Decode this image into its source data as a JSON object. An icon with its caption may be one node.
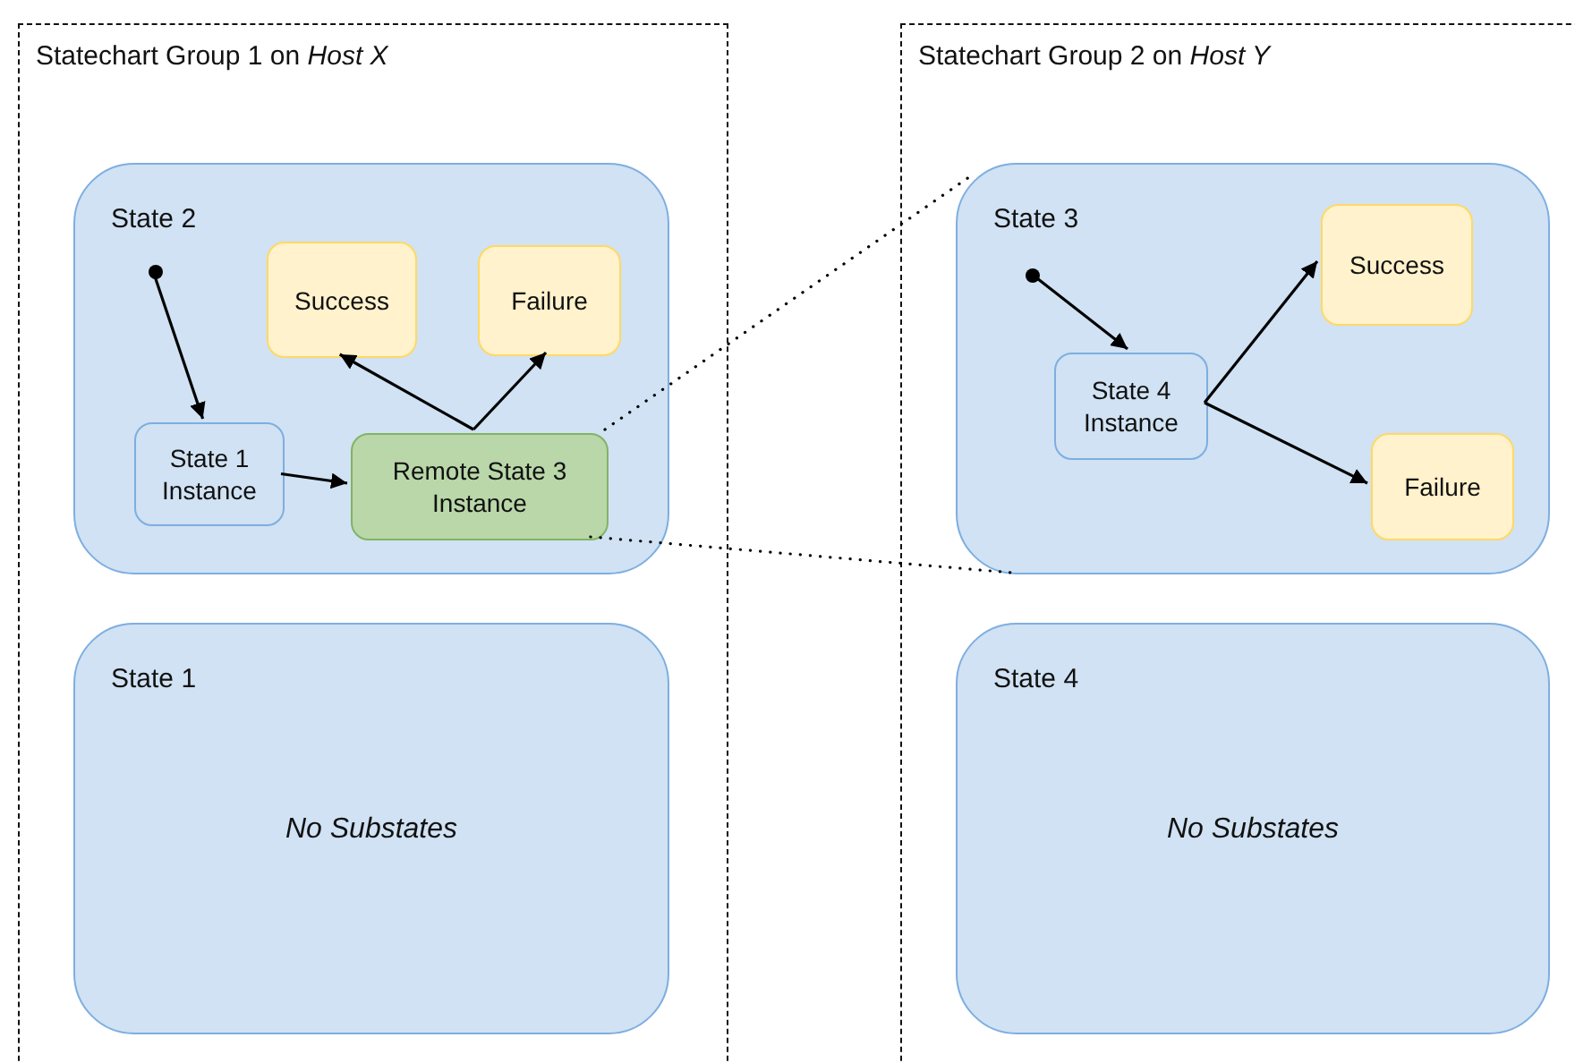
{
  "diagram": {
    "nodes": [
      {
        "text": [
          "Statechart Group 1 on *Host X*"
        ]
      },
      {
        "text": [
          "State 2"
        ],
        "in": 0
      },
      {
        "text": [],
        "shape": "circle",
        "in": 1
      },
      {
        "text": [
          "Success"
        ],
        "in": 1
      },
      {
        "text": [
          "Failure"
        ],
        "in": 1
      },
      {
        "text": [
          "State 1 Instance"
        ],
        "in": 1
      },
      {
        "text": [
          "Remote State 3 Instance"
        ],
        "in": 1
      },
      {
        "text": [
          "State 1",
          "No Substates"
        ],
        "in": 0
      },
      {
        "text": [
          "Statechart Group 2 on *Host Y*"
        ]
      },
      {
        "text": [
          "State 3"
        ],
        "in": 8
      },
      {
        "text": [],
        "shape": "circle",
        "in": 9
      },
      {
        "text": [
          "State 4 Instance"
        ],
        "in": 9
      },
      {
        "text": [
          "Success"
        ],
        "in": 9
      },
      {
        "text": [
          "Failure"
        ],
        "in": 9
      },
      {
        "text": [
          "State 4",
          "No Substates"
        ],
        "in": 8
      }
    ],
    "edges": [
      {
        "from": 2,
        "to": 5,
        "arrow": "to"
      },
      {
        "from": 5,
        "to": 6,
        "arrow": "to"
      },
      {
        "from": 6,
        "to": 3,
        "arrow": "to"
      },
      {
        "from": 6,
        "to": 4,
        "arrow": "to"
      },
      {
        "from": 10,
        "to": 11,
        "arrow": "to"
      },
      {
        "from": 11,
        "to": 12,
        "arrow": "to"
      },
      {
        "from": 11,
        "to": 13,
        "arrow": "to"
      },
      {
        "from": 6,
        "to": 9,
        "arrow": "none",
        "style": "dashed"
      },
      {
        "from": 6,
        "to": 9,
        "arrow": "none",
        "style": "dashed"
      }
    ]
  }
}
